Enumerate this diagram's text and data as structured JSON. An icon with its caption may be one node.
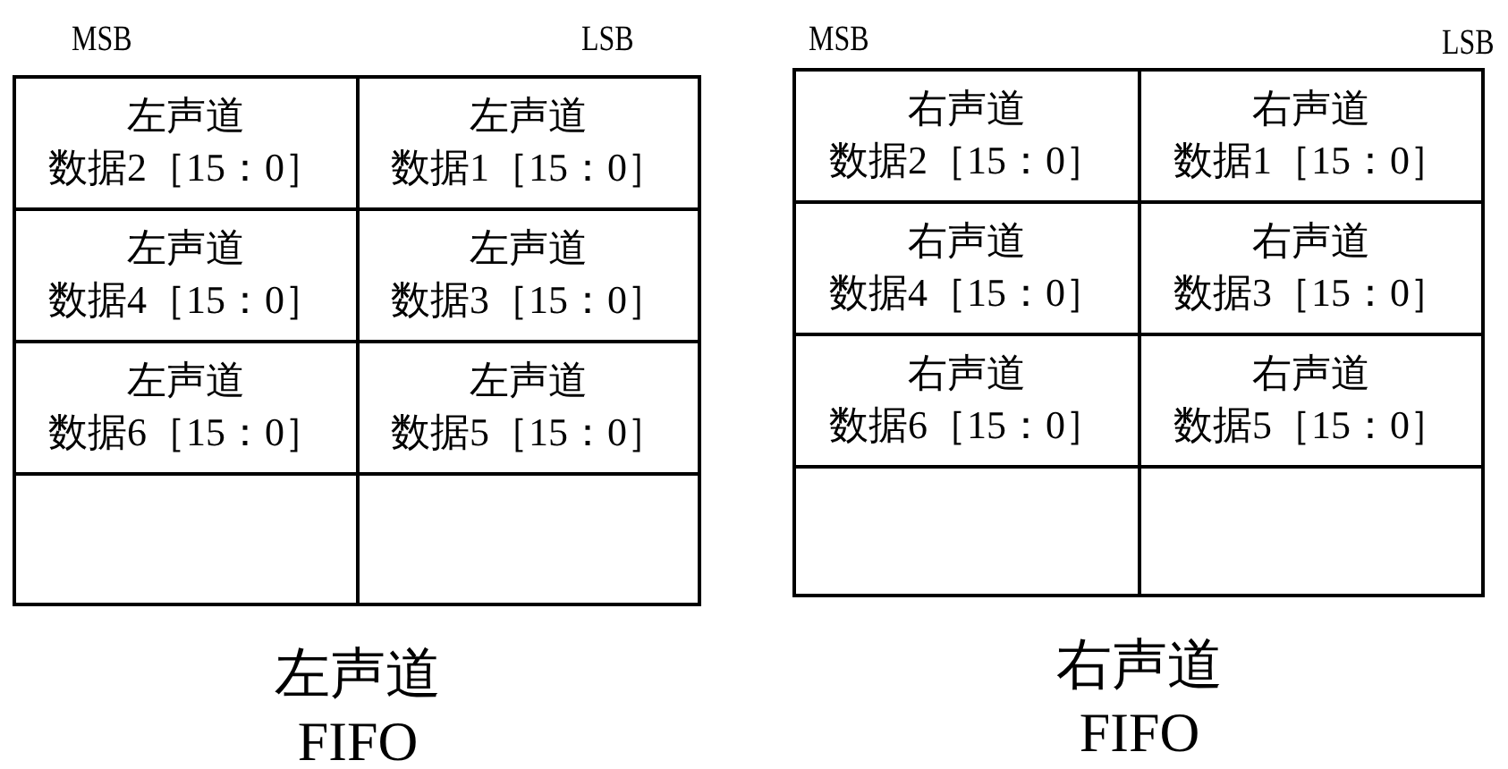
{
  "diagram": {
    "nodes": [
      {
        "text": [
          "左声道",
          "数据2［15：0］"
        ]
      },
      {
        "text": [
          "左声道",
          "数据1［15：0］"
        ]
      },
      {
        "text": [
          "左声道",
          "数据4［15：0］"
        ]
      },
      {
        "text": [
          "左声道",
          "数据3［15：0］"
        ]
      },
      {
        "text": [
          "左声道",
          "数据6［15：0］"
        ]
      },
      {
        "text": [
          "左声道",
          "数据5［15：0］"
        ]
      },
      {
        "text": [],
        "shape": "box"
      },
      {
        "text": [],
        "shape": "box"
      },
      {
        "text": [
          "右声道",
          "数据2［15：0］"
        ]
      },
      {
        "text": [
          "右声道",
          "数据1［15：0］"
        ]
      },
      {
        "text": [
          "右声道",
          "数据4［15：0］"
        ]
      },
      {
        "text": [
          "右声道",
          "数据3［15：0］"
        ]
      },
      {
        "text": [
          "右声道",
          "数据6［15：0］"
        ]
      },
      {
        "text": [
          "右声道",
          "数据5［15：0］"
        ]
      },
      {
        "text": [],
        "shape": "box"
      },
      {
        "text": [],
        "shape": "box"
      }
    ],
    "labels": [
      "MSB",
      "LSB",
      "MSB",
      "LSB",
      "左声道 FIFO",
      "右声道 FIFO"
    ]
  }
}
